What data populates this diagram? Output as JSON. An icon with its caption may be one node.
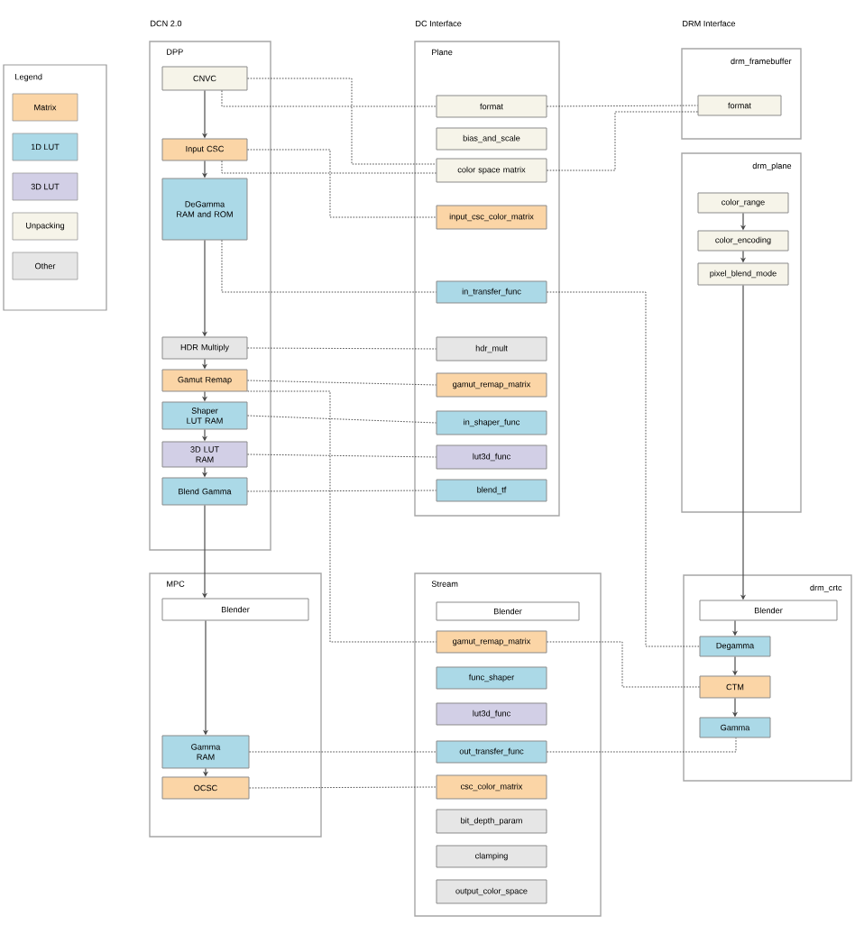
{
  "diagram": {
    "nodes": [
      {
        "text": [
          "DPP"
        ]
      },
      {
        "text": [
          "CNVC"
        ],
        "in": 0
      },
      {
        "text": [
          "Input CSC"
        ],
        "in": 0
      },
      {
        "text": [
          "DeGamma RAM and ROM"
        ],
        "in": 0
      },
      {
        "text": [
          "HDR Multiply"
        ],
        "in": 0
      },
      {
        "text": [
          "Gamut Remap"
        ],
        "in": 0
      },
      {
        "text": [
          "Shaper LUT RAM"
        ],
        "in": 0
      },
      {
        "text": [
          "3D LUT RAM"
        ],
        "in": 0
      },
      {
        "text": [
          "Blend Gamma"
        ],
        "in": 0
      },
      {
        "text": [
          "Plane"
        ]
      },
      {
        "text": [
          "format"
        ],
        "in": 9
      },
      {
        "text": [
          "bias_and_scale"
        ],
        "in": 9
      },
      {
        "text": [
          "color space matrix"
        ],
        "in": 9
      },
      {
        "text": [
          "input_csc_color_matrix"
        ],
        "in": 9
      },
      {
        "text": [
          "in_transfer_func"
        ],
        "in": 9
      },
      {
        "text": [
          "hdr_mult"
        ],
        "in": 9
      },
      {
        "text": [
          "gamut_remap_matrix"
        ],
        "in": 9
      },
      {
        "text": [
          "in_shaper_func"
        ],
        "in": 9
      },
      {
        "text": [
          "lut3d_func"
        ],
        "in": 9
      },
      {
        "text": [
          "blend_tf"
        ],
        "in": 9
      },
      {
        "text": [
          "drm_framebuffer"
        ]
      },
      {
        "text": [
          "format"
        ],
        "in": 20
      },
      {
        "text": [
          "drm_plane"
        ]
      },
      {
        "text": [
          "color_range"
        ],
        "in": 22
      },
      {
        "text": [
          "color_encoding"
        ],
        "in": 22
      },
      {
        "text": [
          "pixel_blend_mode"
        ],
        "in": 22
      },
      {
        "text": [
          "MPC"
        ]
      },
      {
        "text": [
          "Blender"
        ],
        "in": 26
      },
      {
        "text": [
          "Gamma RAM"
        ],
        "in": 26
      },
      {
        "text": [
          "OCSC"
        ],
        "in": 26
      },
      {
        "text": [
          "Stream"
        ]
      },
      {
        "text": [
          "Blender"
        ],
        "in": 30
      },
      {
        "text": [
          "gamut_remap_matrix"
        ],
        "in": 30
      },
      {
        "text": [
          "func_shaper"
        ],
        "in": 30
      },
      {
        "text": [
          "lut3d_func"
        ],
        "in": 30
      },
      {
        "text": [
          "out_transfer_func"
        ],
        "in": 30
      },
      {
        "text": [
          "csc_color_matrix"
        ],
        "in": 30
      },
      {
        "text": [
          "bit_depth_param"
        ],
        "in": 30
      },
      {
        "text": [
          "clamping"
        ],
        "in": 30
      },
      {
        "text": [
          "output_color_space"
        ],
        "in": 30
      },
      {
        "text": [
          "drm_crtc"
        ]
      },
      {
        "text": [
          "Blender"
        ],
        "in": 40
      },
      {
        "text": [
          "Degamma"
        ],
        "in": 40
      },
      {
        "text": [
          "CTM"
        ],
        "in": 40
      },
      {
        "text": [
          "Gamma"
        ],
        "in": 40
      }
    ],
    "edges": [
      {
        "from": 1,
        "to": 2,
        "arrow": "to"
      },
      {
        "from": 2,
        "to": 3,
        "arrow": "to"
      },
      {
        "from": 3,
        "to": 4,
        "arrow": "to"
      },
      {
        "from": 4,
        "to": 5,
        "arrow": "to"
      },
      {
        "from": 5,
        "to": 6,
        "arrow": "to"
      },
      {
        "from": 6,
        "to": 7,
        "arrow": "to"
      },
      {
        "from": 7,
        "to": 8,
        "arrow": "to"
      },
      {
        "from": 8,
        "to": 27,
        "arrow": "to"
      },
      {
        "from": 27,
        "to": 28,
        "arrow": "to"
      },
      {
        "from": 28,
        "to": 29,
        "arrow": "to"
      },
      {
        "from": 23,
        "to": 24,
        "arrow": "to"
      },
      {
        "from": 24,
        "to": 25,
        "arrow": "to"
      },
      {
        "from": 25,
        "to": 41,
        "arrow": "to"
      },
      {
        "from": 41,
        "to": 42,
        "arrow": "to"
      },
      {
        "from": 42,
        "to": 43,
        "arrow": "to"
      },
      {
        "from": 43,
        "to": 44,
        "arrow": "to"
      },
      {
        "from": 1,
        "to": 10,
        "arrow": "none",
        "style": "dashed"
      },
      {
        "from": 1,
        "to": 12,
        "arrow": "none",
        "style": "dashed"
      },
      {
        "from": 2,
        "to": 12,
        "arrow": "none",
        "style": "dashed"
      },
      {
        "from": 2,
        "to": 13,
        "arrow": "none",
        "style": "dashed"
      },
      {
        "from": 3,
        "to": 14,
        "arrow": "none",
        "style": "dashed"
      },
      {
        "from": 4,
        "to": 15,
        "arrow": "none",
        "style": "dashed"
      },
      {
        "from": 5,
        "to": 16,
        "arrow": "none",
        "style": "dashed"
      },
      {
        "from": 5,
        "to": 32,
        "arrow": "none",
        "style": "dashed"
      },
      {
        "from": 6,
        "to": 17,
        "arrow": "none",
        "style": "dashed"
      },
      {
        "from": 7,
        "to": 18,
        "arrow": "none",
        "style": "dashed"
      },
      {
        "from": 8,
        "to": 19,
        "arrow": "none",
        "style": "dashed"
      },
      {
        "from": 28,
        "to": 35,
        "arrow": "none",
        "style": "dashed"
      },
      {
        "from": 29,
        "to": 36,
        "arrow": "none",
        "style": "dashed"
      },
      {
        "from": 10,
        "to": 21,
        "arrow": "none",
        "style": "dashed"
      },
      {
        "from": 12,
        "to": 21,
        "arrow": "none",
        "style": "dashed"
      },
      {
        "from": 14,
        "to": 42,
        "arrow": "none",
        "style": "dashed"
      },
      {
        "from": 32,
        "to": 43,
        "arrow": "none",
        "style": "dashed"
      },
      {
        "from": 35,
        "to": 44,
        "arrow": "none",
        "style": "dashed"
      }
    ],
    "labels": [
      "DCN 2.0",
      "DC Interface",
      "DRM Interface",
      "Legend"
    ],
    "legend": [
      {
        "text": "Matrix",
        "color": "#fbd5a6"
      },
      {
        "text": "1D LUT",
        "color": "#abd9e7"
      },
      {
        "text": "3D LUT",
        "color": "#d2cfe6"
      },
      {
        "text": "Unpacking",
        "color": "#f6f4e9"
      },
      {
        "text": "Other",
        "color": "#e6e6e6"
      }
    ]
  }
}
